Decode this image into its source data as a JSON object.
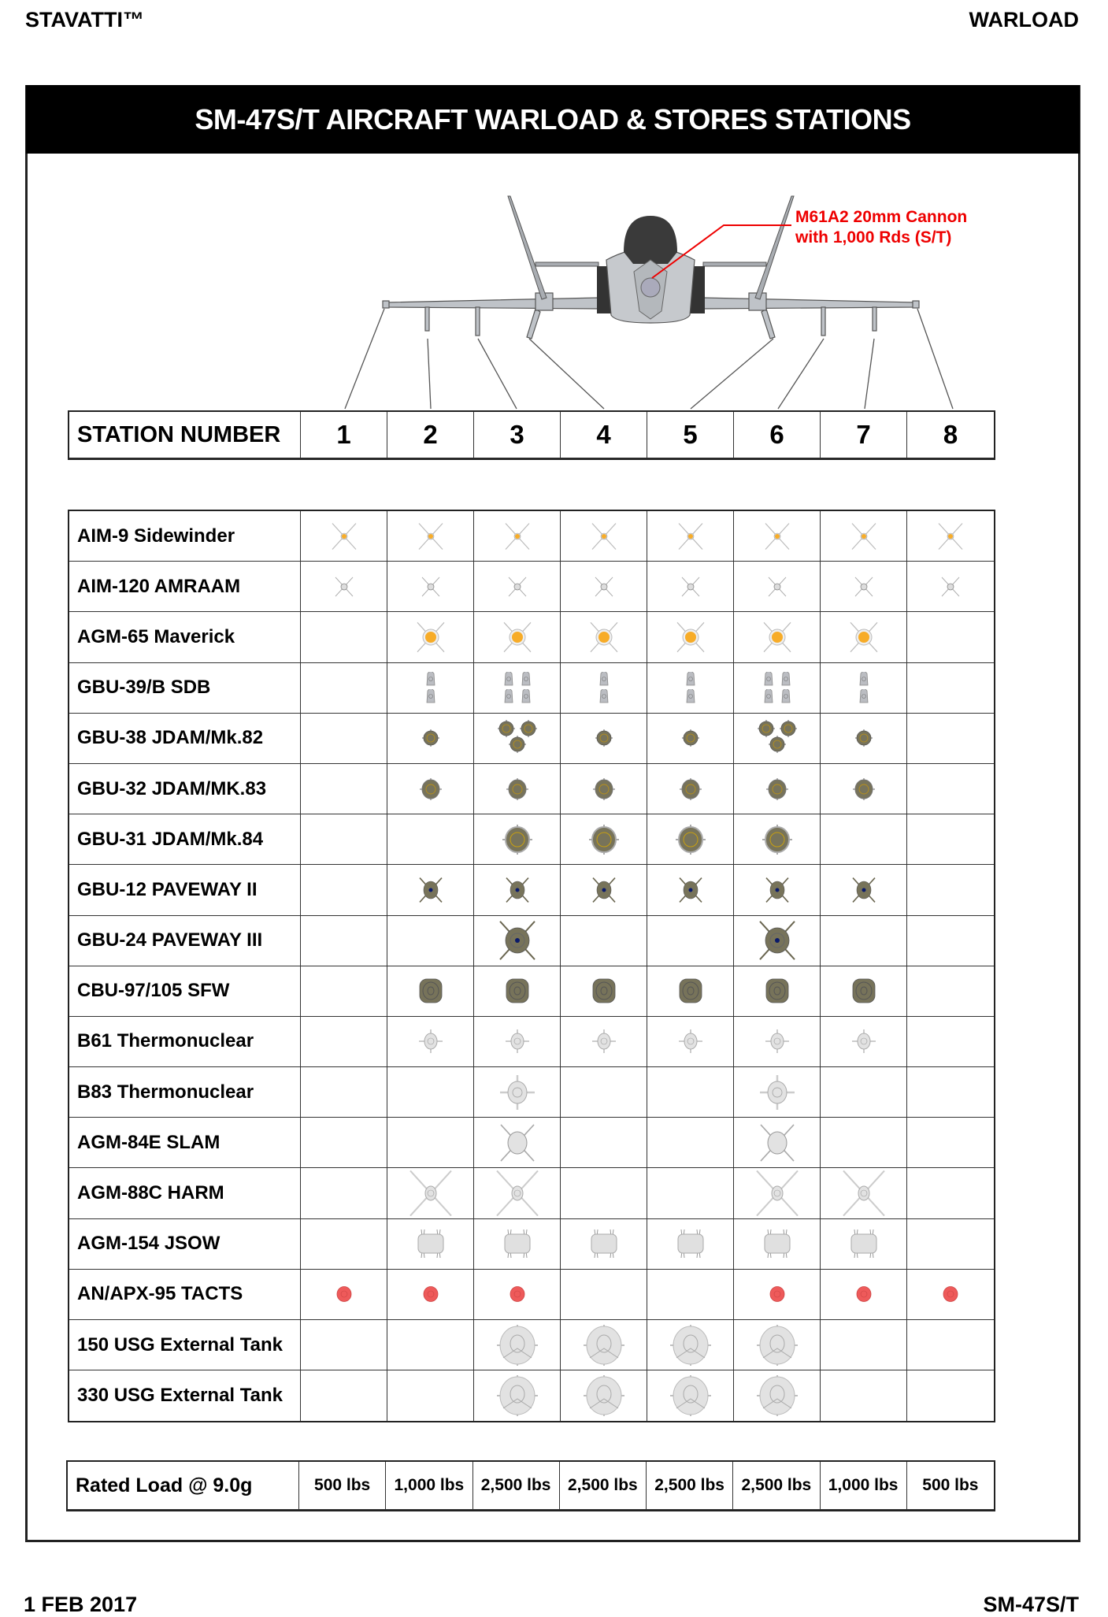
{
  "header": {
    "brand": "STAVATTI™",
    "section": "WARLOAD"
  },
  "title": "SM-47S/T AIRCRAFT WARLOAD & STORES STATIONS",
  "cannon_callout": {
    "line1": "M61A2 20mm Cannon",
    "line2": "with 1,000 Rds (S/T)"
  },
  "stations": {
    "label": "STATION NUMBER",
    "numbers": [
      "1",
      "2",
      "3",
      "4",
      "5",
      "6",
      "7",
      "8"
    ]
  },
  "colors": {
    "orange": "#f7ac28",
    "olive": "#77735a",
    "gray": "#dcdcdc",
    "red": "#ee5a5a",
    "navy": "#0a1a6a",
    "callout": "#ee0000"
  },
  "weapons": [
    {
      "label": "AIM-9 Sidewinder",
      "icon": "sidewinder",
      "loads": [
        1,
        1,
        1,
        1,
        1,
        1,
        1,
        1
      ]
    },
    {
      "label": "AIM-120 AMRAAM",
      "icon": "amraam",
      "loads": [
        1,
        1,
        1,
        1,
        1,
        1,
        1,
        1
      ]
    },
    {
      "label": "AGM-65 Maverick",
      "icon": "maverick",
      "loads": [
        0,
        1,
        1,
        1,
        1,
        1,
        1,
        0
      ]
    },
    {
      "label": "GBU-39/B SDB",
      "icon": "sdb",
      "loads": [
        0,
        2,
        4,
        2,
        2,
        4,
        2,
        0
      ]
    },
    {
      "label": "GBU-38 JDAM/Mk.82",
      "icon": "jdam-small",
      "loads": [
        0,
        1,
        3,
        1,
        1,
        3,
        1,
        0
      ]
    },
    {
      "label": "GBU-32 JDAM/MK.83",
      "icon": "jdam-medium",
      "loads": [
        0,
        1,
        1,
        1,
        1,
        1,
        1,
        0
      ]
    },
    {
      "label": "GBU-31 JDAM/Mk.84",
      "icon": "jdam-large",
      "loads": [
        0,
        0,
        1,
        1,
        1,
        1,
        0,
        0
      ]
    },
    {
      "label": "GBU-12 PAVEWAY II",
      "icon": "paveway-small",
      "loads": [
        0,
        1,
        1,
        1,
        1,
        1,
        1,
        0
      ]
    },
    {
      "label": "GBU-24 PAVEWAY III",
      "icon": "paveway-large",
      "loads": [
        0,
        0,
        1,
        0,
        0,
        1,
        0,
        0
      ]
    },
    {
      "label": "CBU-97/105 SFW",
      "icon": "cbu",
      "loads": [
        0,
        1,
        1,
        1,
        1,
        1,
        1,
        0
      ]
    },
    {
      "label": "B61 Thermonuclear",
      "icon": "b61",
      "loads": [
        0,
        1,
        1,
        1,
        1,
        1,
        1,
        0
      ]
    },
    {
      "label": "B83 Thermonuclear",
      "icon": "b83",
      "loads": [
        0,
        0,
        1,
        0,
        0,
        1,
        0,
        0
      ]
    },
    {
      "label": "AGM-84E SLAM",
      "icon": "slam",
      "loads": [
        0,
        0,
        1,
        0,
        0,
        1,
        0,
        0
      ]
    },
    {
      "label": "AGM-88C HARM",
      "icon": "harm",
      "loads": [
        0,
        1,
        1,
        0,
        0,
        1,
        1,
        0
      ]
    },
    {
      "label": "AGM-154 JSOW",
      "icon": "jsow",
      "loads": [
        0,
        1,
        1,
        1,
        1,
        1,
        1,
        0
      ]
    },
    {
      "label": "AN/APX-95 TACTS",
      "icon": "tacts",
      "loads": [
        1,
        1,
        1,
        0,
        0,
        1,
        1,
        1
      ]
    },
    {
      "label": "150 USG External Tank",
      "icon": "tank",
      "loads": [
        0,
        0,
        1,
        1,
        1,
        1,
        0,
        0
      ]
    },
    {
      "label": "330 USG External Tank",
      "icon": "tank",
      "loads": [
        0,
        0,
        1,
        1,
        1,
        1,
        0,
        0
      ]
    }
  ],
  "rated_load": {
    "label": "Rated Load @ 9.0g",
    "values": [
      "500 lbs",
      "1,000 lbs",
      "2,500 lbs",
      "2,500 lbs",
      "2,500 lbs",
      "2,500 lbs",
      "1,000 lbs",
      "500 lbs"
    ]
  },
  "footer": {
    "date": "1 FEB 2017",
    "doc": "SM-47S/T"
  }
}
